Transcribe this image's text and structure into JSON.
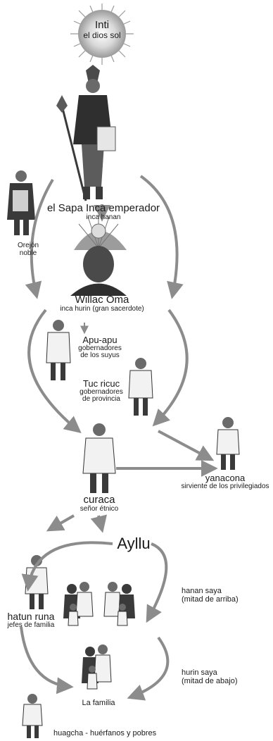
{
  "sun": {
    "title": "Inti",
    "subtitle": "el dios sol"
  },
  "sapa_inca": {
    "title": "el Sapa Inca emperador",
    "subtitle": "inca hanan"
  },
  "orejon": {
    "line1": "Orejón",
    "line2": "noble"
  },
  "willac_oma": {
    "title": "Willac Oma",
    "subtitle": "inca hurin (gran sacerdote)"
  },
  "apu_apu": {
    "title": "Apu-apu",
    "line1": "gobernadores",
    "line2": "de los suyus"
  },
  "tuc_ricuc": {
    "title": "Tuc ricuc",
    "line1": "gobernadores",
    "line2": "de provincia"
  },
  "yanacona": {
    "title": "yanacona",
    "subtitle": "sirviente de los privilegiados"
  },
  "curaca": {
    "title": "curaca",
    "subtitle": "señor étnico"
  },
  "ayllu": {
    "title": "Ayllu"
  },
  "hatun_runa": {
    "title": "hatun runa",
    "subtitle": "jefes de familia"
  },
  "hanan_saya": {
    "line1": "hanan saya",
    "line2": "(mitad de arriba)"
  },
  "hurin_saya": {
    "line1": "hurin saya",
    "line2": "(mitad de abajo)"
  },
  "familia": {
    "title": "La familia"
  },
  "huagcha": {
    "title": "huagcha - huérfanos y pobres"
  },
  "colors": {
    "arrow": "#8c8c8c",
    "figure_dark": "#3a3a3a",
    "figure_light": "#f2f2f2",
    "text": "#1a1a1a"
  }
}
